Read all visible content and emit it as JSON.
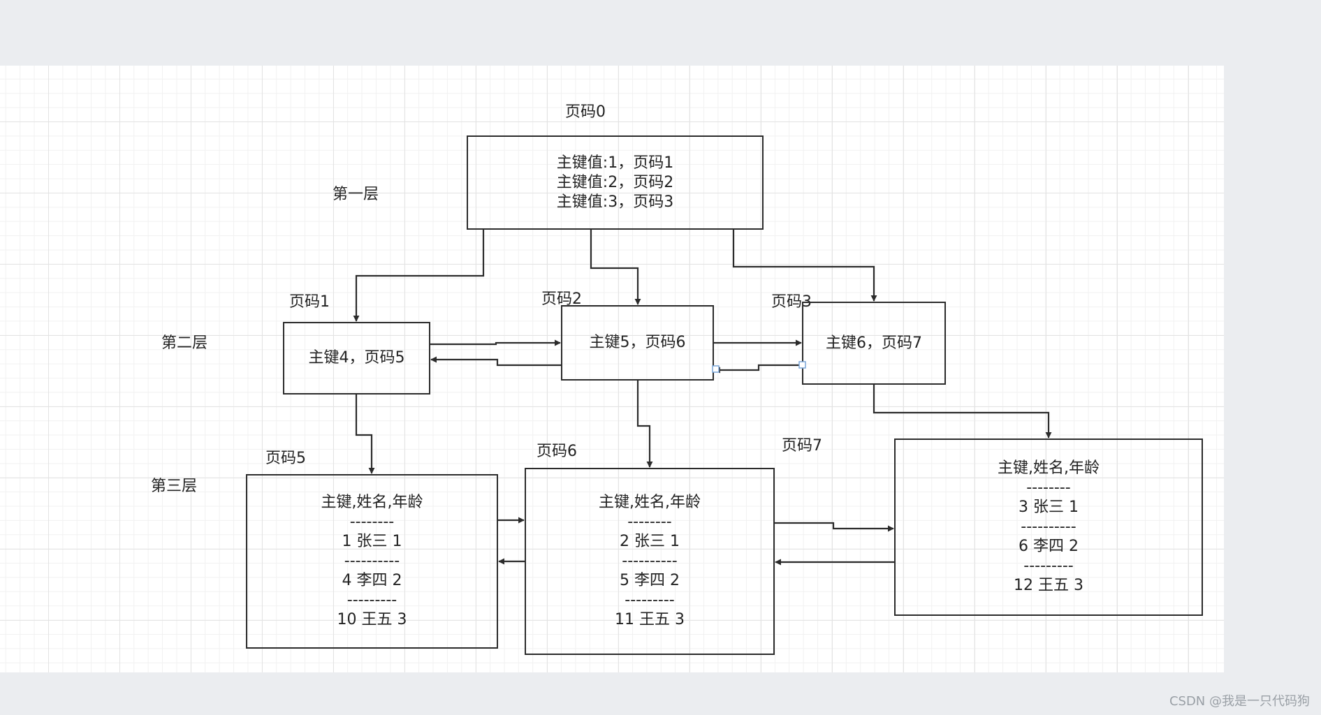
{
  "diagram": {
    "page_labels": {
      "p0": "页码0",
      "p1": "页码1",
      "p2": "页码2",
      "p3": "页码3",
      "p5": "页码5",
      "p6": "页码6",
      "p7": "页码7"
    },
    "layer_labels": {
      "l1": "第一层",
      "l2": "第二层",
      "l3": "第三层"
    },
    "root": {
      "lines": [
        "主键值:1，页码1",
        "主键值:2，页码2",
        "主键值:3，页码3"
      ]
    },
    "mid": {
      "b1": "主键4，页码5",
      "b2": "主键5，页码6",
      "b3": "主键6，页码7"
    },
    "leaves": {
      "l5": [
        "主键,姓名,年龄",
        "--------",
        "1 张三 1",
        "----------",
        "4 李四 2",
        "---------",
        "10 王五 3"
      ],
      "l6": [
        "主键,姓名,年龄",
        "--------",
        "2 张三 1",
        "----------",
        "5 李四 2",
        "---------",
        "11 王五 3"
      ],
      "l7": [
        "主键,姓名,年龄",
        "--------",
        "3 张三 1",
        "----------",
        "6 李四 2",
        "---------",
        "12 王五 3"
      ]
    }
  },
  "watermark": "CSDN @我是一只代码狗",
  "colors": {
    "stroke": "#2b2b2b",
    "background": "#ebedf0",
    "canvas": "#ffffff",
    "selection": "#7aa6d9"
  }
}
